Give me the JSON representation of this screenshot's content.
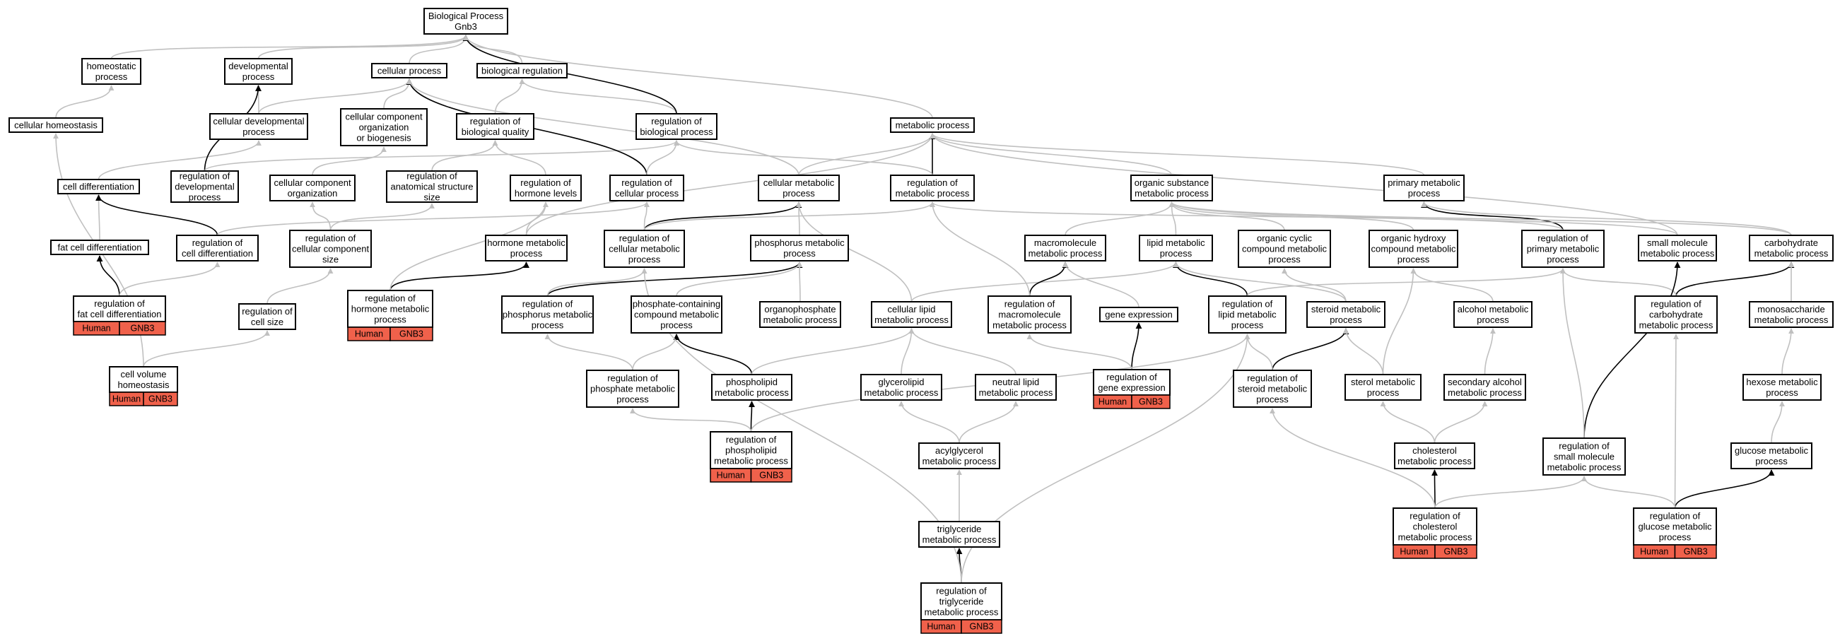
{
  "colors": {
    "edge_normal": "#c0c0c0",
    "edge_strong": "#000000",
    "tag": "#f0614b",
    "node_border": "#000000"
  },
  "nodes": {
    "root": [
      "Biological Process",
      "Gnb3"
    ],
    "homeostatic": [
      "homeostatic",
      "process"
    ],
    "developmental": [
      "developmental",
      "process"
    ],
    "cellular_process": [
      "cellular process"
    ],
    "bioreg": [
      "biological regulation"
    ],
    "cell_homeo": [
      "cellular homeostasis"
    ],
    "cell_dev": [
      "cellular developmental",
      "process"
    ],
    "ccorg": [
      "cellular component",
      "organization",
      "or biogenesis"
    ],
    "reg_bioqual": [
      "regulation of",
      "biological quality"
    ],
    "reg_bioproc": [
      "regulation of",
      "biological process"
    ],
    "metabolic": [
      "metabolic process"
    ],
    "cell_diff": [
      "cell differentiation"
    ],
    "reg_dev": [
      "regulation of",
      "developmental",
      "process"
    ],
    "ccorg2": [
      "cellular component",
      "organization"
    ],
    "reg_anat": [
      "regulation of",
      "anatomical structure",
      "size"
    ],
    "reg_hormone_lvl": [
      "regulation of",
      "hormone levels"
    ],
    "reg_cellproc": [
      "regulation of",
      "cellular process"
    ],
    "cell_metab": [
      "cellular metabolic",
      "process"
    ],
    "reg_metab": [
      "regulation of",
      "metabolic process"
    ],
    "org_subst": [
      "organic substance",
      "metabolic process"
    ],
    "primary_metab": [
      "primary metabolic",
      "process"
    ],
    "fat_diff": [
      "fat cell differentiation"
    ],
    "reg_cell_diff": [
      "regulation of",
      "cell differentiation"
    ],
    "reg_ccsize": [
      "regulation of",
      "cellular component",
      "size"
    ],
    "hormone_metab": [
      "hormone metabolic",
      "process"
    ],
    "reg_cell_metab": [
      "regulation of",
      "cellular metabolic",
      "process"
    ],
    "phosphorus_metab": [
      "phosphorus metabolic",
      "process"
    ],
    "macromol_metab": [
      "macromolecule",
      "metabolic process"
    ],
    "lipid_metab": [
      "lipid metabolic",
      "process"
    ],
    "org_cyclic": [
      "organic cyclic",
      "compound metabolic",
      "process"
    ],
    "org_hydroxy": [
      "organic hydroxy",
      "compound metabolic",
      "process"
    ],
    "reg_primary": [
      "regulation of",
      "primary metabolic",
      "process"
    ],
    "small_mol": [
      "small molecule",
      "metabolic process"
    ],
    "carb_metab": [
      "carbohydrate",
      "metabolic process"
    ],
    "reg_fat_diff": [
      "regulation of",
      "fat cell differentiation"
    ],
    "reg_cellsize": [
      "regulation of",
      "cell size"
    ],
    "reg_hormone_metab": [
      "regulation of",
      "hormone metabolic",
      "process"
    ],
    "reg_phosphorus": [
      "regulation of",
      "phosphorus metabolic",
      "process"
    ],
    "phos_compound": [
      "phosphate-containing",
      "compound metabolic",
      "process"
    ],
    "organophos": [
      "organophosphate",
      "metabolic process"
    ],
    "cell_lipid": [
      "cellular lipid",
      "metabolic process"
    ],
    "reg_macromol": [
      "regulation of",
      "macromolecule",
      "metabolic process"
    ],
    "gene_expr": [
      "gene expression"
    ],
    "reg_lipid": [
      "regulation of",
      "lipid metabolic",
      "process"
    ],
    "steroid_metab": [
      "steroid metabolic",
      "process"
    ],
    "alcohol_metab": [
      "alcohol metabolic",
      "process"
    ],
    "reg_carb": [
      "regulation of",
      "carbohydrate",
      "metabolic process"
    ],
    "monosacch": [
      "monosaccharide",
      "metabolic process"
    ],
    "cell_vol": [
      "cell volume",
      "homeostasis"
    ],
    "reg_phosphate": [
      "regulation of",
      "phosphate metabolic",
      "process"
    ],
    "phospholipid": [
      "phospholipid",
      "metabolic process"
    ],
    "glycerolipid": [
      "glycerolipid",
      "metabolic process"
    ],
    "neutral_lipid": [
      "neutral lipid",
      "metabolic process"
    ],
    "reg_gene_expr": [
      "regulation of",
      "gene expression"
    ],
    "reg_steroid": [
      "regulation of",
      "steroid metabolic",
      "process"
    ],
    "sterol_metab": [
      "sterol metabolic",
      "process"
    ],
    "sec_alcohol": [
      "secondary alcohol",
      "metabolic process"
    ],
    "hexose": [
      "hexose metabolic",
      "process"
    ],
    "reg_phospholipid": [
      "regulation of",
      "phospholipid",
      "metabolic process"
    ],
    "acylglycerol": [
      "acylglycerol",
      "metabolic process"
    ],
    "cholesterol": [
      "cholesterol",
      "metabolic process"
    ],
    "reg_small_mol": [
      "regulation of",
      "small molecule",
      "metabolic process"
    ],
    "glucose": [
      "glucose metabolic",
      "process"
    ],
    "reg_cholesterol": [
      "regulation of",
      "cholesterol",
      "metabolic process"
    ],
    "reg_glucose": [
      "regulation of",
      "glucose metabolic",
      "process"
    ],
    "triglyceride": [
      "triglyceride",
      "metabolic process"
    ],
    "reg_triglyceride": [
      "regulation of",
      "triglyceride",
      "metabolic process"
    ]
  },
  "annotation": {
    "species": "Human",
    "gene": "GNB3"
  }
}
